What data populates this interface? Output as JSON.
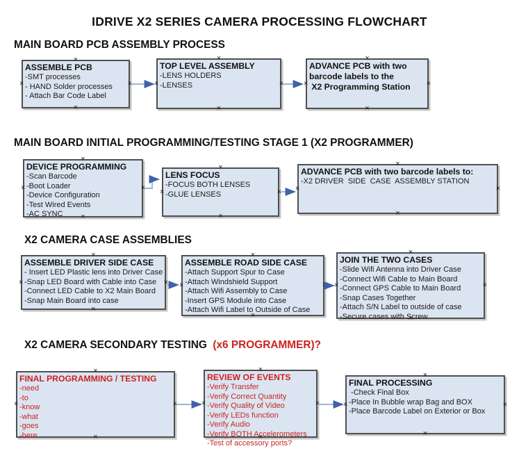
{
  "title": "IDRIVE X2  SERIES CAMERA PROCESSING FLOWCHART",
  "colors": {
    "box_fill": "#dbe5f1",
    "box_border": "#4f4f4f",
    "arrow_line": "#94a9c9",
    "arrow_head": "#3f62a8",
    "red_text": "#cc2222",
    "black_text": "#111111"
  },
  "icons": {
    "connection_point_icon": "×",
    "arrowhead_icon": "►"
  },
  "sections": [
    {
      "heading": "MAIN BOARD PCB ASSEMBLY PROCESS",
      "boxes": [
        {
          "title": "ASSEMBLE PCB",
          "items": [
            "-SMT processes",
            "- HAND Solder processes",
            "- Attach Bar Code Label"
          ]
        },
        {
          "title": "TOP LEVEL ASSEMBLY",
          "items": [
            "-LENS HOLDERS",
            "-LENSES"
          ]
        },
        {
          "title": "ADVANCE PCB with two\nbarcode labels to the\n X2 Programming Station",
          "items": []
        }
      ]
    },
    {
      "heading": "MAIN BOARD INITIAL PROGRAMMING/TESTING STAGE 1 (X2 PROGRAMMER)",
      "boxes": [
        {
          "title": "DEVICE PROGRAMMING",
          "items": [
            "-Scan Barcode",
            "-Boot Loader",
            "-Device Configuration",
            "-Test Wired Events",
            "-AC SYNC"
          ]
        },
        {
          "title": "LENS FOCUS",
          "items": [
            "-FOCUS BOTH LENSES",
            "-GLUE LENSES"
          ]
        },
        {
          "title": "ADVANCE PCB with two barcode labels to:",
          "items": [
            "-X2 DRIVER  SIDE  CASE  ASSEMBLY STATION"
          ]
        }
      ]
    },
    {
      "heading": "X2 CAMERA CASE ASSEMBLIES",
      "boxes": [
        {
          "title": "ASSEMBLE DRIVER SIDE CASE",
          "items": [
            "- Insert LED Plastic lens into Driver Case",
            "-Snap LED Board with Cable into Case",
            "-Connect LED Cable to X2 Main Board",
            "-Snap Main Board into case"
          ]
        },
        {
          "title": "ASSEMBLE ROAD SIDE CASE",
          "items": [
            "-Attach Support Spur to Case",
            "-Attach Windshield Support",
            "-Attach Wifi Assembly to Case",
            "-Insert GPS Module into Case",
            "-Attach Wifi Label to Outside of Case"
          ]
        },
        {
          "title": "JOIN THE TWO CASES",
          "items": [
            "-Slide Wifi Antenna into Driver Case",
            "-Connect Wifi Cable to Main Board",
            "-Connect GPS Cable to Main Board",
            "-Snap Cases Together",
            "-Attach S/N Label to outside of case",
            "-Secure cases with Screw"
          ]
        }
      ]
    },
    {
      "heading": "X2 CAMERA SECONDARY TESTING ",
      "heading_red": " (x6 PROGRAMMER)?",
      "boxes": [
        {
          "title": "FINAL PROGRAMMING / TESTING",
          "items": [
            "-need",
            "-to",
            "-know",
            "-what",
            "-goes",
            "-here"
          ]
        },
        {
          "title": "REVIEW OF EVENTS",
          "items": [
            "-Verify Transfer",
            "-Verify Correct Quantity",
            "-Verify Quality of Video",
            "-Verify LEDs function",
            "-Verify Audio",
            "-Verify BOTH Accelerometers",
            "-Test of accessory ports?"
          ]
        },
        {
          "title": "FINAL PROCESSING",
          "items": [
            " -Check Final Box",
            "-Place In Bubble wrap Bag and BOX",
            "-Place Barcode Label on Exterior or Box"
          ]
        }
      ]
    }
  ]
}
